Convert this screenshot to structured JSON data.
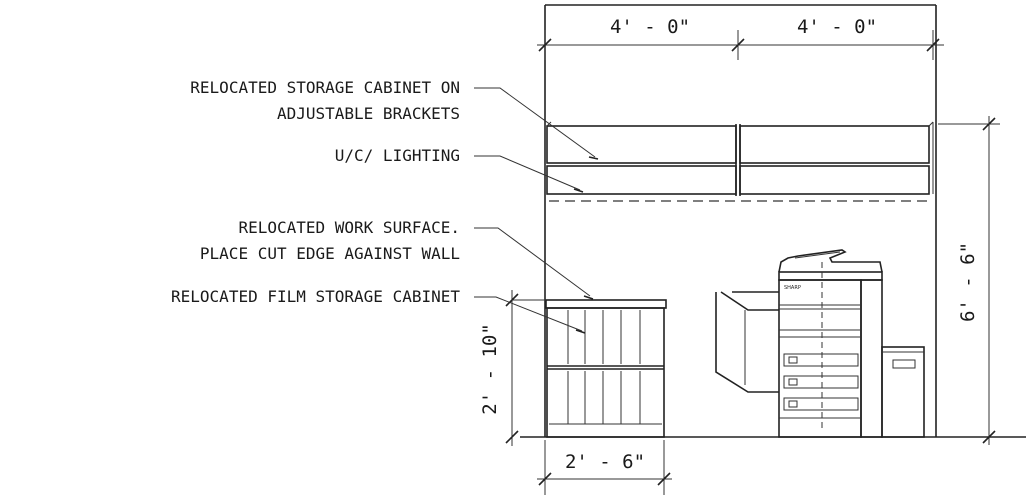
{
  "labels": {
    "storage_cabinet_line1": "RELOCATED STORAGE CABINET ON",
    "storage_cabinet_line2": "ADJUSTABLE BRACKETS",
    "lighting": "U/C/ LIGHTING",
    "work_surface_line1": "RELOCATED WORK SURFACE.",
    "work_surface_line2": "PLACE CUT EDGE AGAINST WALL",
    "film_cabinet": "RELOCATED FILM STORAGE CABINET"
  },
  "dimensions": {
    "upper_left_width": "4' - 0\"",
    "upper_right_width": "4' - 0\"",
    "overall_height": "6' - 6\"",
    "film_cabinet_height": "2' - 10\"",
    "film_cabinet_width": "2' - 6\""
  },
  "copier_brand": "SHARP"
}
